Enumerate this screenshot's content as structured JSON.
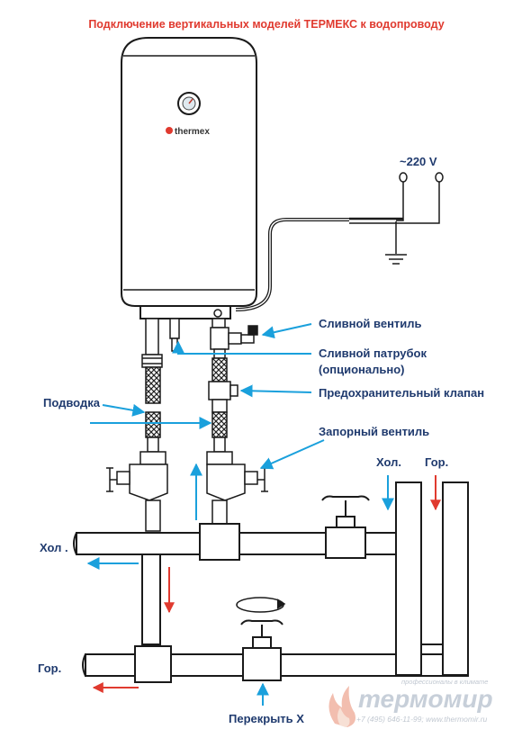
{
  "title": "Подключение вертикальных моделей ТЕРМЕКС к водопроводу",
  "brand_on_heater": "thermex",
  "voltage": "~220 V",
  "labels": {
    "drain_valve": "Сливной вентиль",
    "drain_pipe_line1": "Сливной патрубок",
    "drain_pipe_line2": "(опционально)",
    "safety_valve": "Предохранительный клапан",
    "supply": "Подводка",
    "shutoff_valve": "Запорный вентиль",
    "cold_top": "Хол.",
    "hot_top": "Гор.",
    "cold_left": "Хол .",
    "hot_left": "Гор.",
    "close_x": "Перекрыть X"
  },
  "watermark": {
    "tagline": "профессионалы в климате",
    "logo_text": "термомир",
    "contacts": "+7 (495) 646-11-99; www.thermomir.ru"
  },
  "colors": {
    "title_red": "#e03a2f",
    "label_blue": "#1f3a6e",
    "arrow_blue": "#1aa0dc",
    "arrow_red": "#e03a2f",
    "line": "#1a1a1a"
  },
  "icons": [
    "gauge-icon",
    "ground-icon",
    "rotation-arrow-icon",
    "flame-logo-icon"
  ]
}
